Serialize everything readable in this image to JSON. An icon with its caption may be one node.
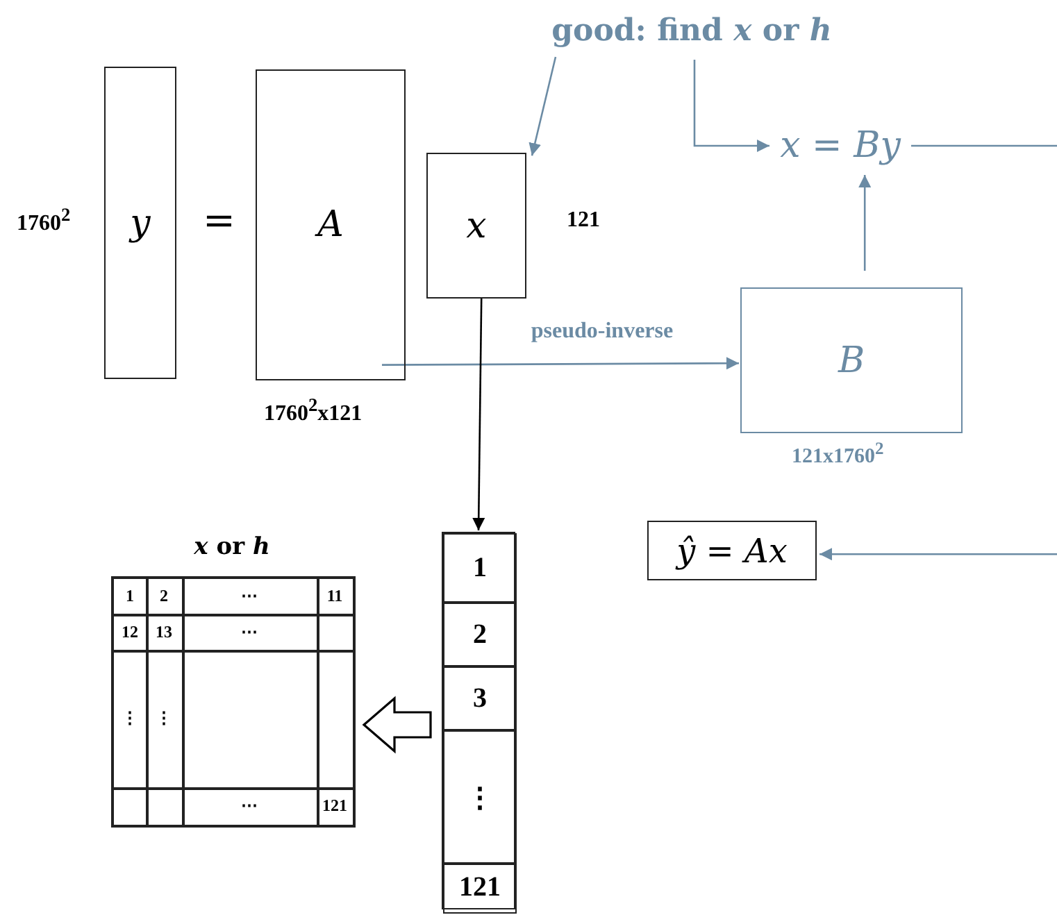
{
  "diagram": {
    "nodes": [
      {
        "text": [
          "*y*"
        ],
        "beside": [
          "1760$^{2}$"
        ]
      },
      {
        "text": [
          "*A*"
        ],
        "beside": [
          "1760$^{2}$x121"
        ]
      },
      {
        "text": [
          "*x*"
        ],
        "beside": [
          "121"
        ]
      },
      {
        "text": [
          "good: find *x* or *h*"
        ]
      },
      {
        "text": [
          "*x* = *By*"
        ]
      },
      {
        "text": [
          "*B*"
        ],
        "beside": [
          "121x1760$^{2}$"
        ]
      },
      {
        "text": [
          "*ŷ* = *Ax*"
        ]
      },
      {
        "text": [],
        "shape": "box"
      },
      {
        "text": [
          "1"
        ],
        "in": 7
      },
      {
        "text": [
          "2"
        ],
        "in": 7
      },
      {
        "text": [
          "3"
        ],
        "in": 7
      },
      {
        "text": [
          "⋮"
        ],
        "in": 7
      },
      {
        "text": [
          "121"
        ],
        "in": 7
      },
      {
        "text": [
          "*x* or *h*"
        ]
      },
      {
        "text": [
          "1"
        ],
        "in": 13
      },
      {
        "text": [
          "2"
        ],
        "in": 13
      },
      {
        "text": [
          "⋯"
        ],
        "in": 13
      },
      {
        "text": [
          "11"
        ],
        "in": 13
      },
      {
        "text": [
          "12"
        ],
        "in": 13
      },
      {
        "text": [
          "13"
        ],
        "in": 13
      },
      {
        "text": [
          "⋯"
        ],
        "in": 13
      },
      {
        "text": [],
        "shape": "box",
        "in": 13
      },
      {
        "text": [
          "⋮"
        ],
        "in": 13
      },
      {
        "text": [
          "⋮"
        ],
        "in": 13
      },
      {
        "text": [],
        "shape": "box",
        "in": 13
      },
      {
        "text": [],
        "shape": "box",
        "in": 13
      },
      {
        "text": [],
        "shape": "box",
        "in": 13
      },
      {
        "text": [],
        "shape": "box",
        "in": 13
      },
      {
        "text": [
          "⋯"
        ],
        "in": 13
      },
      {
        "text": [
          "121"
        ],
        "in": 13
      }
    ],
    "edges": [
      {
        "from": 3,
        "to": 2,
        "arrow": "to"
      },
      {
        "from": 3,
        "to": 4,
        "arrow": "to"
      },
      {
        "from": 1,
        "to": 5,
        "arrow": "to",
        "label": "pseudo-inverse"
      },
      {
        "from": 5,
        "to": 4,
        "arrow": "to"
      },
      {
        "from": 4,
        "to": null,
        "arrow": "none"
      },
      {
        "from": null,
        "to": 6,
        "arrow": "to"
      },
      {
        "from": 2,
        "to": 7,
        "arrow": "to",
        "color": "#000000"
      },
      {
        "from": 7,
        "to": 13,
        "arrow": "to",
        "style": "thick",
        "color": "#000000"
      }
    ],
    "labels": [
      "="
    ]
  }
}
